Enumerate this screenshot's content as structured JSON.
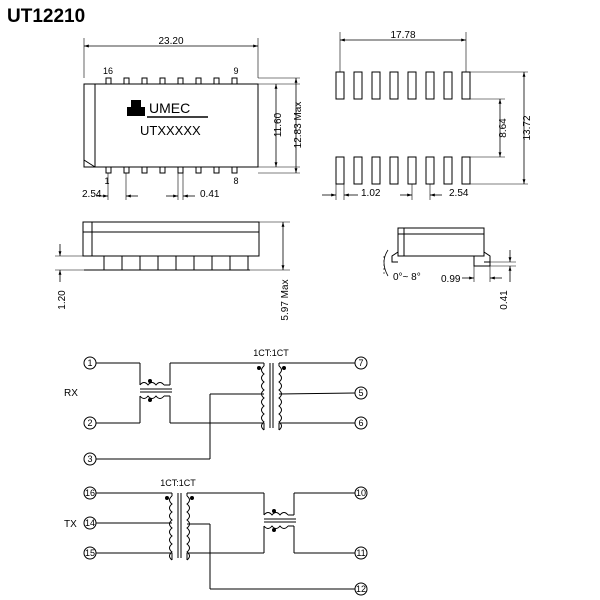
{
  "title": "UT12210",
  "top_view": {
    "width_dim": "23.20",
    "height_dim": "11.60",
    "height_max": "12.83 Max",
    "pin_pitch": "2.54",
    "pin_width": "0.41",
    "pins": {
      "top_left": "16",
      "top_right": "9",
      "bottom_left": "1",
      "bottom_right": "8"
    },
    "brand": "UMEC",
    "part_marking": "UTXXXXX"
  },
  "footprint": {
    "width_dim": "17.78",
    "inner_gap": "8.64",
    "outer_span": "13.72",
    "pad_width": "1.02",
    "pad_pitch": "2.54"
  },
  "side_view": {
    "standoff": "1.20",
    "height_max": "5.97 Max"
  },
  "end_view": {
    "angle": "0°~ 8°",
    "foot_length": "0.99",
    "thickness": "0.41"
  },
  "schematic": {
    "rx": {
      "label": "RX",
      "ratio": "1CT:1CT",
      "pins_left": [
        "1",
        "2",
        "3"
      ],
      "pins_right": [
        "7",
        "5",
        "6"
      ]
    },
    "tx": {
      "label": "TX",
      "ratio": "1CT:1CT",
      "pins_left": [
        "16",
        "14",
        "15"
      ],
      "pins_right": [
        "10",
        "11",
        "12"
      ]
    }
  }
}
